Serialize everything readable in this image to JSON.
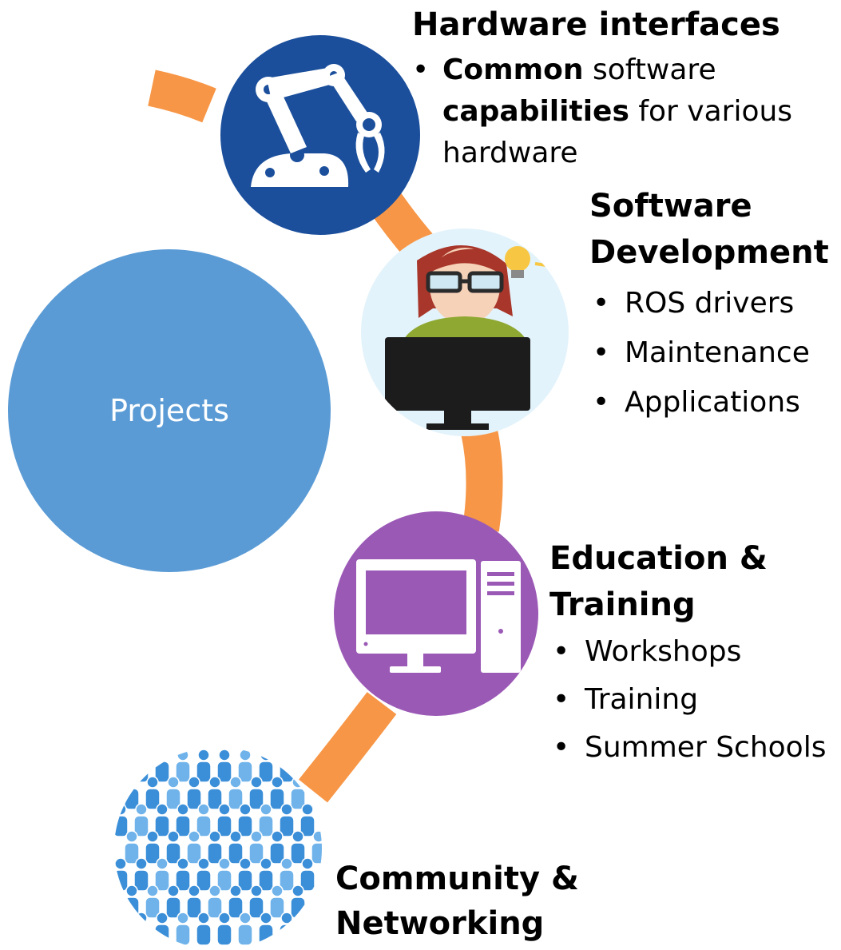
{
  "center": {
    "label": "Projects"
  },
  "hardware": {
    "icon": "robot-arm-icon",
    "title": "Hardware interfaces",
    "bullet": {
      "part1_bold": "Common",
      "part2": " software ",
      "part3_bold": "capabilities",
      "part4": " for various hardware"
    }
  },
  "software": {
    "icon": "developer-at-computer-icon",
    "title_line1": "Software",
    "title_line2": "Development",
    "items": [
      "ROS drivers",
      "Maintenance",
      "Applications"
    ]
  },
  "education": {
    "icon": "desktop-computer-icon",
    "title_line1": "Education &",
    "title_line2": "Training",
    "items": [
      "Workshops",
      "Training",
      "Summer Schools"
    ]
  },
  "community": {
    "icon": "crowd-icon",
    "title_line1": "Community &",
    "title_line2": "Networking"
  },
  "colors": {
    "connector": "#f79646",
    "projects": "#5b9bd5",
    "hardware": "#1b4f9c",
    "education": "#9b59b6",
    "community": "#3b8fd8"
  }
}
